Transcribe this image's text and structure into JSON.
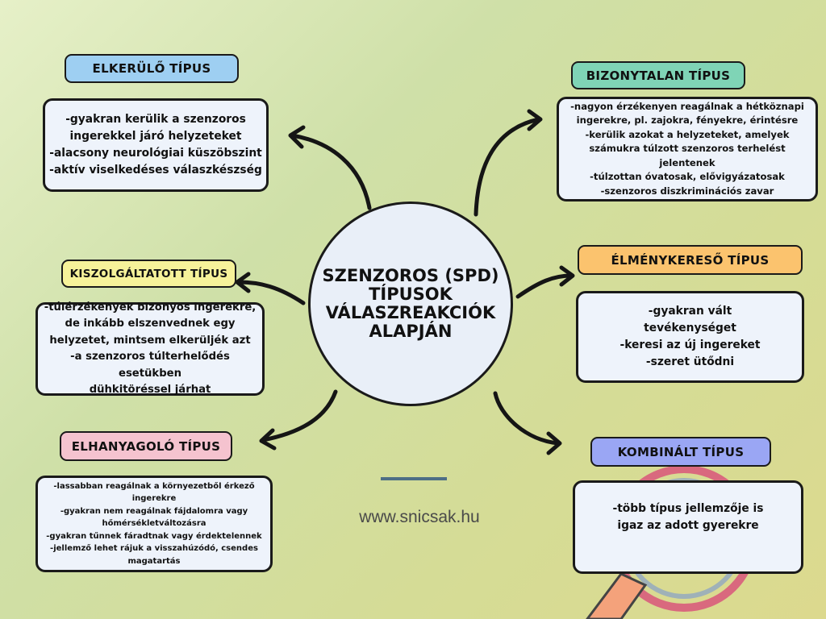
{
  "center": {
    "lines": [
      "SZENZOROS (SPD)",
      "TÍPUSOK",
      "VÁLASZREAKCIÓK",
      "ALAPJÁN"
    ]
  },
  "types": [
    {
      "title": "ELKERÜLŐ TÍPUS",
      "color": "#9ecff2",
      "lines": [
        "-gyakran kerülik a szenzoros",
        "ingerekkel járó helyzeteket",
        "-alacsony neurológiai küszöbszint",
        "-aktív viselkedéses válaszkészség"
      ]
    },
    {
      "title": "BIZONYTALAN TÍPUS",
      "color": "#7fd4b6",
      "lines": [
        "-nagyon érzékenyen reagálnak a hétköznapi",
        "ingerekre, pl. zajokra, fényekre, érintésre",
        "-kerülik azokat a helyzeteket, amelyek",
        "számukra túlzott szenzoros terhelést",
        "jelentenek",
        "-túlzottan óvatosak, elővigyázatosak",
        "-szenzoros diszkriminációs zavar"
      ]
    },
    {
      "title": "KISZOLGÁLTATOTT TÍPUS",
      "color": "#f6f29a",
      "lines": [
        "-túlérzékenyek bizonyos ingerekre,",
        "de inkább elszenvednek egy",
        "helyzetet, mintsem elkerüljék azt",
        "-a szenzoros túlterhelődés esetükben",
        "dühkitöréssel járhat"
      ]
    },
    {
      "title": "ÉLMÉNYKERESŐ TÍPUS",
      "color": "#fbc36e",
      "lines": [
        "-gyakran vált",
        "tevékenységet",
        "-keresi az új ingereket",
        "-szeret ütődni"
      ]
    },
    {
      "title": "ELHANYAGOLÓ TÍPUS",
      "color": "#f5c3cf",
      "lines": [
        "-lassabban reagálnak a környezetből érkező",
        "ingerekre",
        "-gyakran nem reagálnak fájdalomra vagy",
        "hőmérsékletváltozásra",
        "-gyakran tűnnek fáradtnak vagy érdektelennek",
        "-jellemző lehet rájuk a visszahúzódó, csendes",
        "magatartás"
      ]
    },
    {
      "title": "KOMBINÁLT TÍPUS",
      "color": "#9aa6f4",
      "lines": [
        "-több típus jellemzője is",
        "igaz az adott gyerekre"
      ]
    }
  ],
  "footer": {
    "url": "www.snicsak.hu"
  }
}
